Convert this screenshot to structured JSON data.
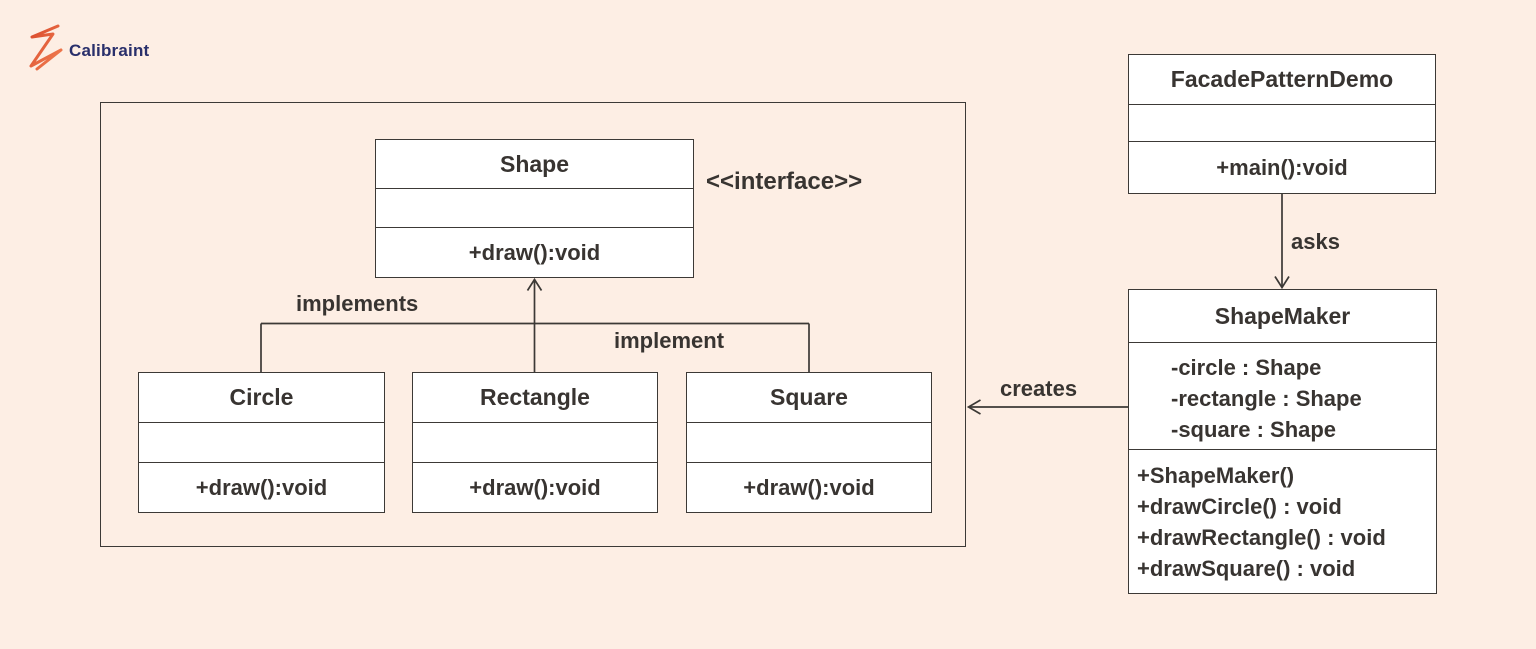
{
  "brand": {
    "name": "Calibraint"
  },
  "diagram": {
    "stereotype": "<<interface>>",
    "classes": {
      "shape": {
        "name": "Shape",
        "methods": [
          "+draw():void"
        ]
      },
      "circle": {
        "name": "Circle",
        "methods": [
          "+draw():void"
        ]
      },
      "rectangle": {
        "name": "Rectangle",
        "methods": [
          "+draw():void"
        ]
      },
      "square": {
        "name": "Square",
        "methods": [
          "+draw():void"
        ]
      },
      "facade": {
        "name": "FacadePatternDemo",
        "methods": [
          "+main():void"
        ]
      },
      "shapemaker": {
        "name": "ShapeMaker",
        "attributes": [
          "-circle : Shape",
          "-rectangle : Shape",
          "-square : Shape"
        ],
        "methods": [
          "+ShapeMaker()",
          "+drawCircle() : void",
          "+drawRectangle() : void",
          "+drawSquare() : void"
        ]
      }
    },
    "edge_labels": {
      "implements": "implements",
      "implement": "implement",
      "creates": "creates",
      "asks": "asks"
    }
  },
  "colors": {
    "background": "#fdeee4",
    "box_fill": "#ffffff",
    "line": "#3c3936",
    "text": "#383431",
    "brand_text": "#292f6b",
    "brand_mark": "#e25b33"
  }
}
